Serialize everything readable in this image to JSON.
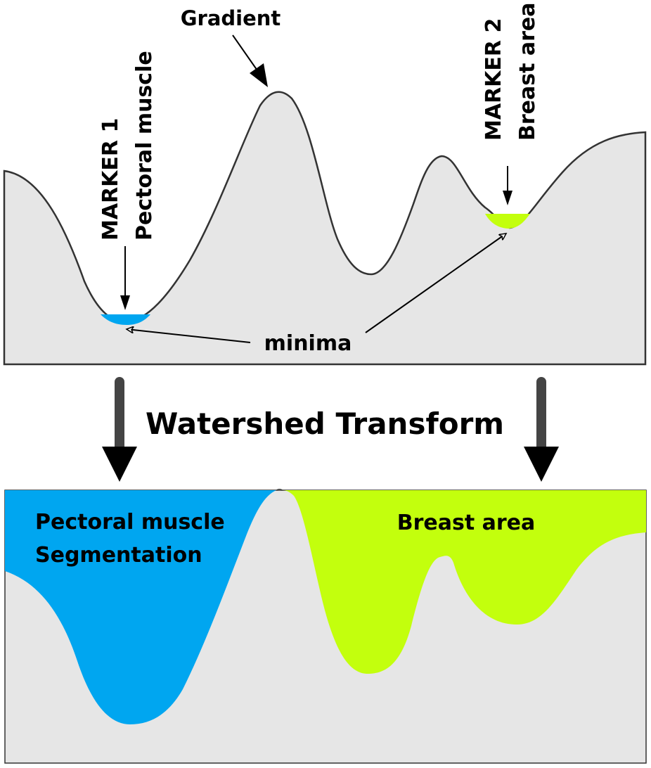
{
  "labels": {
    "gradient": "Gradient",
    "marker1_title": "MARKER 1",
    "marker1_sub": "Pectoral muscle",
    "marker2_title": "MARKER 2",
    "marker2_sub": "Breast area",
    "minima": "minima",
    "transform": "Watershed Transform",
    "pectoral_line1": "Pectoral muscle",
    "pectoral_line2": "Segmentation",
    "breast_area": "Breast area"
  },
  "colors": {
    "terrain_fill": "#e6e6e6",
    "terrain_stroke": "#333333",
    "pectoral": "#00a6f0",
    "breast": "#c3ff0d",
    "arrow": "#444444"
  }
}
